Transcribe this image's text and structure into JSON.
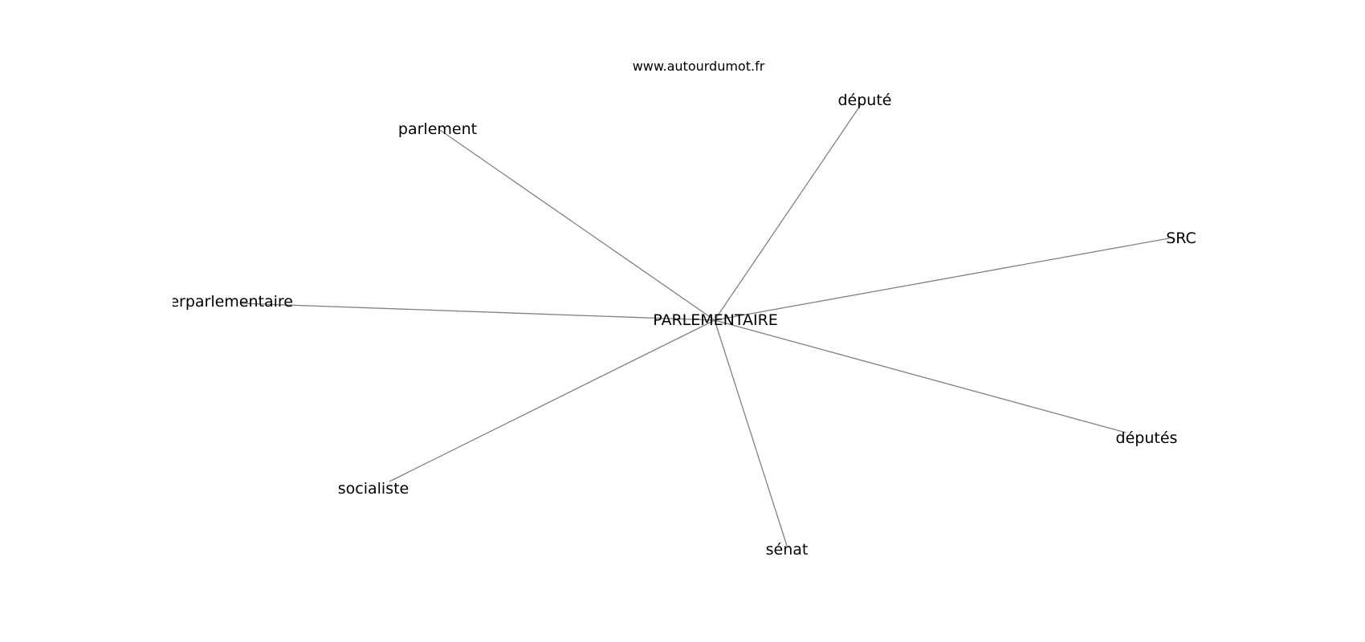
{
  "credit": "www.autourdumot.fr",
  "graph": {
    "center": "PARLEMENTAIRE",
    "nodes": [
      {
        "id": "parlementaire",
        "label": "PARLEMENTAIRE"
      },
      {
        "id": "parlement",
        "label": "parlement"
      },
      {
        "id": "depute",
        "label": "député"
      },
      {
        "id": "src",
        "label": "SRC"
      },
      {
        "id": "interparlementaire",
        "label": "interparlementaire"
      },
      {
        "id": "deputes",
        "label": "députés"
      },
      {
        "id": "socialiste",
        "label": "socialiste"
      },
      {
        "id": "senat",
        "label": "sénat"
      }
    ],
    "edges": [
      {
        "from": "parlementaire",
        "to": "parlement"
      },
      {
        "from": "parlementaire",
        "to": "depute"
      },
      {
        "from": "parlementaire",
        "to": "src"
      },
      {
        "from": "parlementaire",
        "to": "interparlementaire"
      },
      {
        "from": "parlementaire",
        "to": "deputes"
      },
      {
        "from": "parlementaire",
        "to": "socialiste"
      },
      {
        "from": "parlementaire",
        "to": "senat"
      }
    ]
  }
}
